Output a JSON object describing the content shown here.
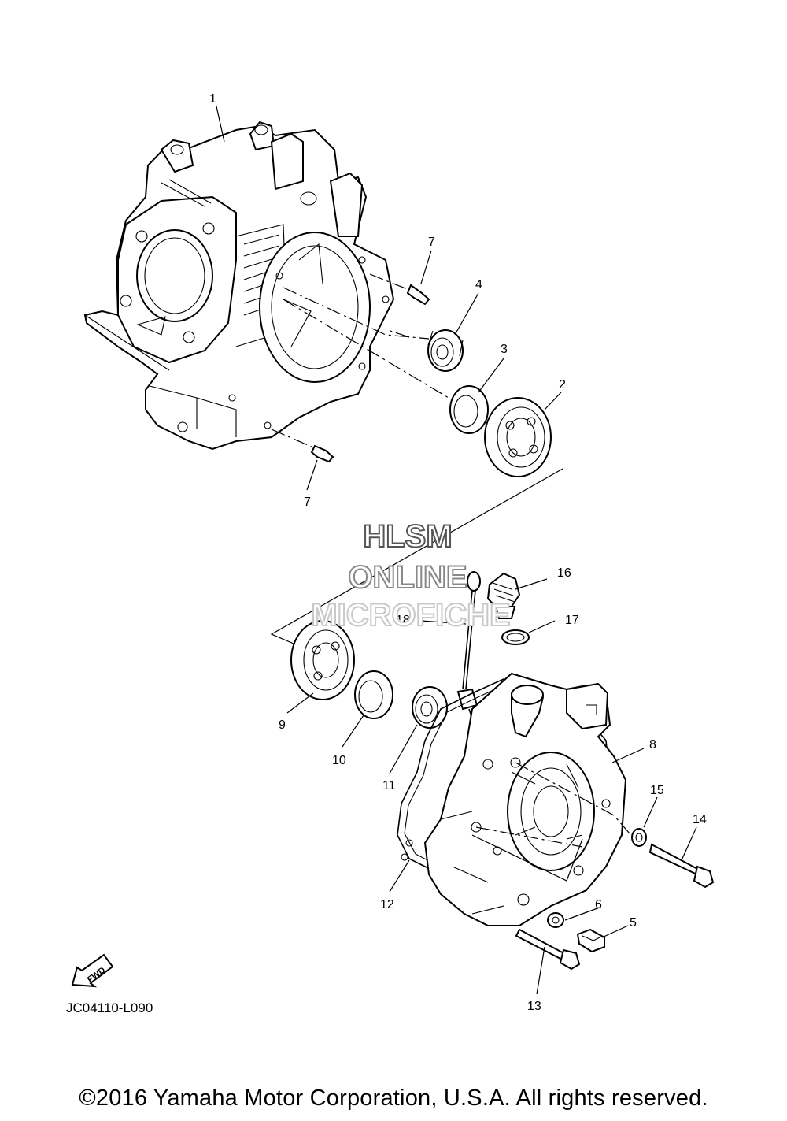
{
  "watermark": {
    "line1": "HLSM",
    "line2": "ONLINE",
    "line3": "MICROFICHE"
  },
  "callouts": {
    "c1": "1",
    "c2": "2",
    "c3": "3",
    "c4": "4",
    "c5": "5",
    "c6": "6",
    "c7a": "7",
    "c7b": "7",
    "c8": "8",
    "c9": "9",
    "c10": "10",
    "c11": "11",
    "c12": "12",
    "c13": "13",
    "c14": "14",
    "c15": "15",
    "c16": "16",
    "c17": "17",
    "c18": "18"
  },
  "fwd_label": "FWD",
  "drawing_code": "JC04110-L090",
  "copyright": "©2016 Yamaha Motor Corporation, U.S.A. All rights reserved."
}
